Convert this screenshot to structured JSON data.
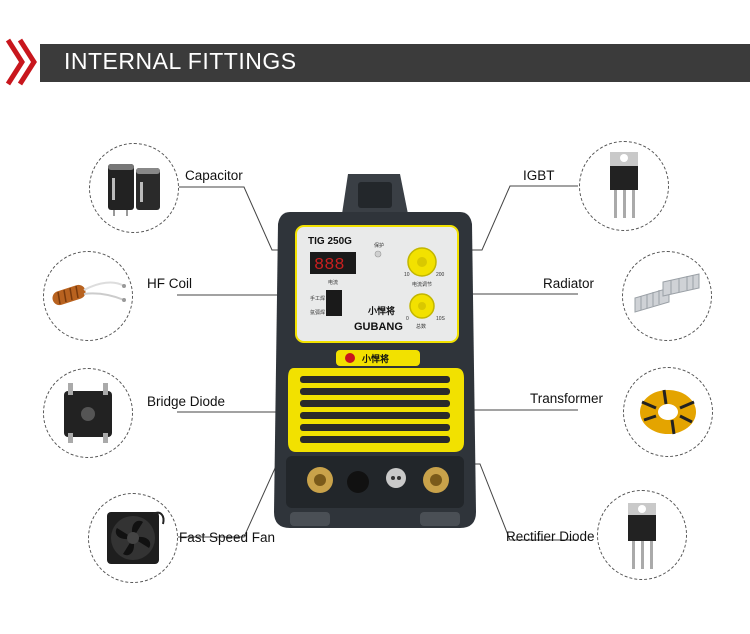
{
  "header": {
    "title": "INTERNAL FITTINGS"
  },
  "left_parts": [
    {
      "label": "Capacitor",
      "icon": "capacitor-icon"
    },
    {
      "label": "HF Coil",
      "icon": "hf-coil-icon"
    },
    {
      "label": "Bridge Diode",
      "icon": "bridge-diode-icon"
    },
    {
      "label": "Fast Speed Fan",
      "icon": "fan-icon"
    }
  ],
  "right_parts": [
    {
      "label": "IGBT",
      "icon": "igbt-icon"
    },
    {
      "label": "Radiator",
      "icon": "radiator-icon"
    },
    {
      "label": "Transformer",
      "icon": "transformer-icon"
    },
    {
      "label": "Rectifier Diode",
      "icon": "rectifier-diode-icon"
    }
  ],
  "machine": {
    "model": "TIG 250G",
    "brand_cn": "小悍将",
    "brand_en": "GUBANG",
    "display": "888",
    "protect_label": "保护",
    "current_label": "电流",
    "current_adjust_label": "电流调节",
    "mode_manual": "手工焊",
    "mode_argon": "氩弧焊",
    "knob1_min": "10",
    "knob1_max": "200",
    "knob2_min": "0",
    "knob2_max": "10S",
    "knob2_label": "总数",
    "colors": {
      "body": "#2f343a",
      "accent": "#f2e100",
      "panel": "#e9eaea"
    }
  }
}
